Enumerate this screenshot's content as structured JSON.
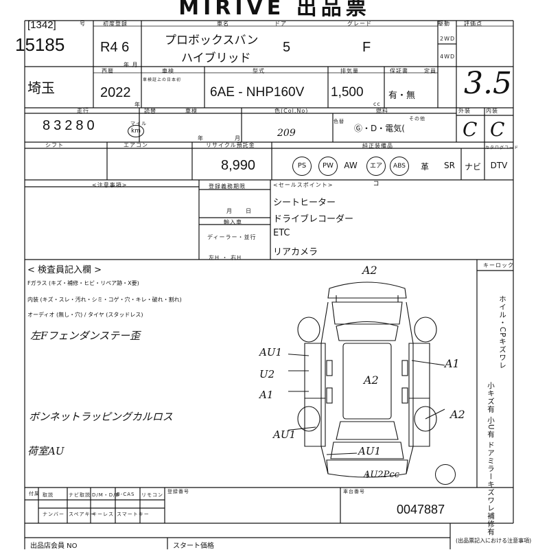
{
  "header": {
    "title": "MIRIVE 出品票"
  },
  "lot": {
    "code": "[1342]",
    "number": "15185"
  },
  "labels": {
    "number": "号",
    "first_registration": "初度登録",
    "car_name": "車名",
    "doors": "ドア",
    "grade": "グレード",
    "drive": "駆動",
    "score": "評価点",
    "year_month": "年 月",
    "two_wd": "2WD",
    "four_wd": "4WD",
    "model_year": "西暦",
    "inspection": "車検",
    "inspection_note": "車検証上の日本初",
    "model_code": "型式",
    "displacement": "排気量",
    "warranty": "保証書",
    "capacity": "定員",
    "year_suffix": "年",
    "cc": "cc",
    "mileage": "走行",
    "shift_mark": "読替",
    "shaken": "車検",
    "color": "色(Col.No)",
    "fuel": "燃料",
    "exterior": "外装",
    "interior": "内装",
    "year_short": "年",
    "month": "月",
    "day": "日",
    "color_swatch": "色替",
    "fuel_other": "その他",
    "mileage_unit": "マイル",
    "km": "km",
    "shift": "シフト",
    "aircon": "エアコン",
    "recycle_fee": "リサイクル預託金",
    "equipment": "純正装備品",
    "catalog_code": "カタログコード",
    "notes": "<注意事項>",
    "registration_deadline": "登録義務期限",
    "import": "輸入車",
    "import_type": "ディーラー・並行",
    "handle": "左H ・ 右H",
    "selling_points": "<セールスポイント>",
    "keylock": "キーロック",
    "accessories": "付属",
    "registration_notes": "登録番号",
    "chassis_number": "車台番号"
  },
  "vehicle": {
    "first_registration": "R4 6",
    "name_line1": "プロボックスバン",
    "name_line2": "ハイブリッド",
    "doors": "5",
    "grade": "F",
    "score": "3.5",
    "prefecture": "埼玉",
    "model_year": "2022",
    "model_code": "6AE - NHP160V",
    "displacement": "1,500",
    "warranty": "有・無",
    "mileage": "83280",
    "color_code": "209",
    "fuel_options": "Ⓖ・D・電気(",
    "exterior_grade": "C",
    "interior_grade": "C",
    "recycle_fee": "8,990",
    "chassis_number": "0047887"
  },
  "equipment": [
    "PS",
    "PW",
    "AW",
    "エアコ",
    "ABS",
    "革",
    "SR",
    "ナビ",
    "DTV"
  ],
  "selling_points": [
    "シートヒーター",
    "ドライブレコーダー",
    "ETC",
    "リアカメラ"
  ],
  "inspector": {
    "header": "< 検査員記入欄 >",
    "glass": "Fガラス (キズ・補修・ヒビ・リペア跡・X要)",
    "interior": "内装 (キズ・スレ・汚れ・シミ・コゲ・穴・キレ・破れ・割れ)",
    "audio": "オーディオ (無し・穴) / タイヤ (スタッドレス)",
    "notes": [
      "左Fフェンダンステー歪",
      "ボンネットラッピングカルロス",
      "荷室AU"
    ]
  },
  "legend": {
    "wheel": "ホイル・CPキズワレ",
    "mirror": "小キズ有 小U有 ドアミラーキズワレ補修有"
  },
  "damage": {
    "front_bumper": "A2",
    "left_front": "AU1",
    "left_middle": "U2",
    "left_rear_door": "A1",
    "roof": "A2",
    "right_door": "A1",
    "right_rear": "A2",
    "left_quarter": "AU1",
    "rear_gate": "AU1",
    "rear_bumper": "AU2Pcc"
  },
  "bottom": {
    "manual": "取説",
    "navi_manual": "ナビ取説",
    "dm": "D/M・D/B",
    "bcas": "B-CAS",
    "remote": "リモコン",
    "number_plate": "ナンバー",
    "spare_key": "スペアキー",
    "keyless": "キーレス",
    "smart_key": "スマートキー"
  },
  "footer": {
    "member_no": "出品店会員 NO",
    "start_price": "スタート価格",
    "note": "(出品票記入における注意事項)"
  }
}
